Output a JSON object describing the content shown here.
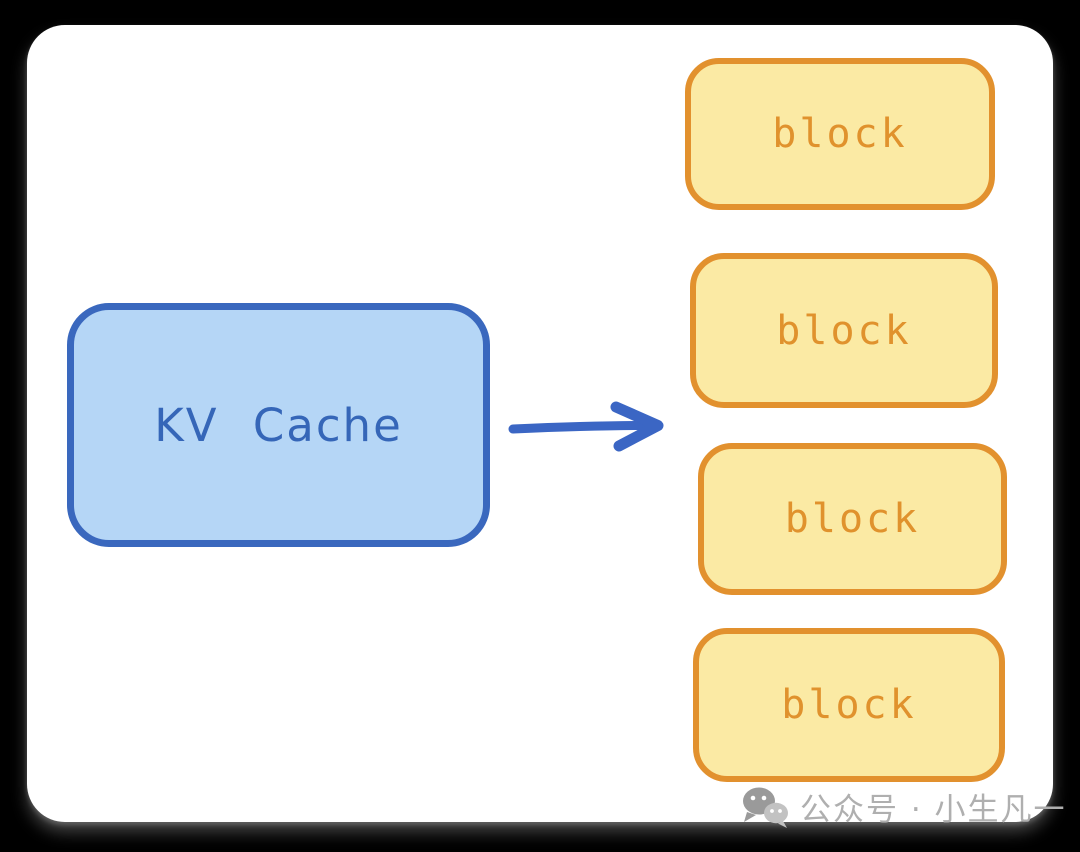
{
  "page": {
    "background_color": "#000000",
    "card_color": "#ffffff"
  },
  "diagram": {
    "kv_box": {
      "label": "KV Cache",
      "fill": "#B5D6F6",
      "border_color": "#3A68BE",
      "text_color": "#3566B8"
    },
    "arrow": {
      "icon": "right-arrow-icon",
      "color": "#3B66C4",
      "direction": "right"
    },
    "blocks": [
      {
        "label": "block"
      },
      {
        "label": "block"
      },
      {
        "label": "block"
      },
      {
        "label": "block"
      }
    ],
    "block_style": {
      "fill": "#FBEAA4",
      "border_color": "#E2912E",
      "text_color": "#E0922D"
    }
  },
  "watermark": {
    "icon": "wechat-icon",
    "text": "公众号 · 小生凡一",
    "color": "#AFAFAF"
  }
}
